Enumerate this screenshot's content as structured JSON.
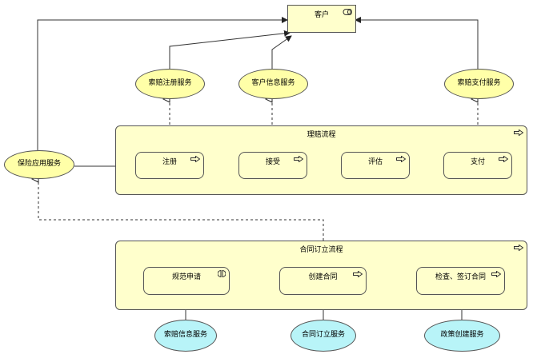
{
  "actor": {
    "label": "客户",
    "icon": "role-icon"
  },
  "services_top": {
    "claim_register": "索赔注册服务",
    "customer_info": "客户信息服务",
    "claim_payment": "索赔支付服务"
  },
  "app_service": {
    "label": "保险应用服务"
  },
  "claim_process": {
    "title": "理赔流程",
    "steps": [
      "注册",
      "接受",
      "评估",
      "支付"
    ],
    "icon": "process-arrow-icon"
  },
  "contract_process": {
    "title": "合同订立流程",
    "steps": [
      "规范申请",
      "创建合同",
      "检查、签订合同"
    ],
    "icons": [
      "interaction-icon",
      "process-arrow-icon",
      "process-arrow-icon"
    ]
  },
  "services_bottom": {
    "claim_info": "索赔信息服务",
    "contract_sign": "合同订立服务",
    "policy_create": "政策创建服务"
  },
  "colors": {
    "business": "#ffffcc",
    "service": "#ffffa8",
    "application": "#b8f4f8",
    "stroke": "#333333"
  }
}
